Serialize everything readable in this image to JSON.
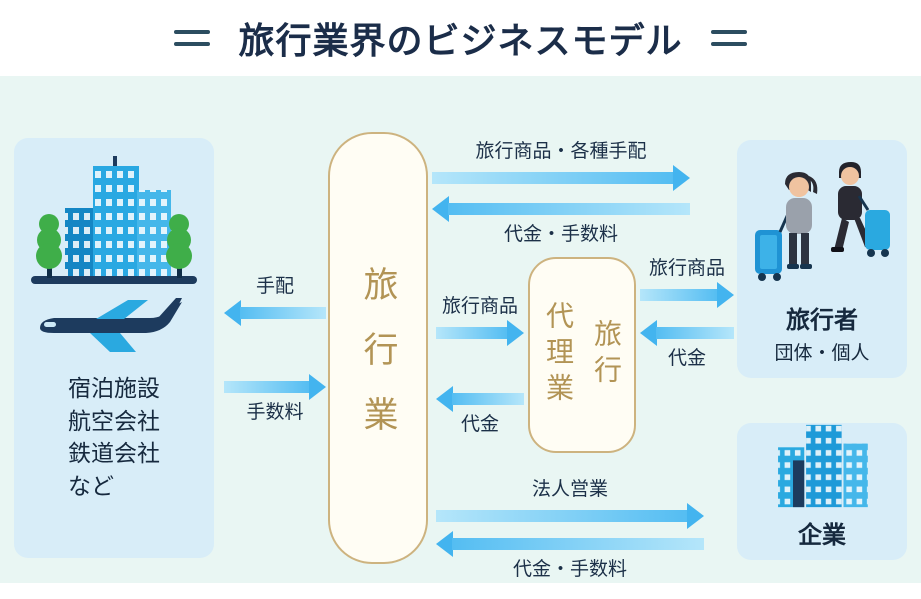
{
  "header": {
    "title": "旅行業界のビジネスモデル"
  },
  "nodes": {
    "suppliers": {
      "lines": [
        "宿泊施設",
        "航空会社",
        "鉄道会社",
        "など"
      ],
      "icons": [
        "buildings-icon",
        "airplane-icon"
      ]
    },
    "travel_industry": {
      "label": "旅行業"
    },
    "travel_agency": {
      "label": "旅行代理業",
      "column_right": "旅行",
      "column_left": "代理業"
    },
    "travelers": {
      "title": "旅行者",
      "subtitle": "団体・個人",
      "icon": "travelers-icon"
    },
    "company": {
      "label": "企業",
      "icon": "office-building-icon"
    }
  },
  "flows": {
    "f1": {
      "label": "旅行商品・各種手配",
      "from": "travel_industry",
      "to": "travelers",
      "direction": "right"
    },
    "f2": {
      "label": "代金・手数料",
      "from": "travelers",
      "to": "travel_industry",
      "direction": "left"
    },
    "f3": {
      "label": "手配",
      "from": "travel_industry",
      "to": "suppliers",
      "direction": "left"
    },
    "f4": {
      "label": "手数料",
      "from": "suppliers",
      "to": "travel_industry",
      "direction": "right"
    },
    "f5": {
      "label": "旅行商品",
      "from": "travel_industry",
      "to": "travel_agency",
      "direction": "right"
    },
    "f6": {
      "label": "代金",
      "from": "travel_agency",
      "to": "travel_industry",
      "direction": "left"
    },
    "f7": {
      "label": "旅行商品",
      "from": "travel_agency",
      "to": "travelers",
      "direction": "right"
    },
    "f8": {
      "label": "代金",
      "from": "travelers",
      "to": "travel_agency",
      "direction": "left"
    },
    "f9": {
      "label": "法人営業",
      "from": "travel_industry",
      "to": "company",
      "direction": "right"
    },
    "f10": {
      "label": "代金・手数料",
      "from": "company",
      "to": "travel_industry",
      "direction": "left"
    }
  },
  "colors": {
    "background_mint": "#e9f6f3",
    "panel_blue": "#d8edf8",
    "panel_cream": "#fffdf4",
    "panel_border_tan": "#cdb37f",
    "vertical_text_tan": "#b29455",
    "arrow_blue": "#43b4ef",
    "arrow_blue_light": "#b5e6fa",
    "text_navy": "#1c3048",
    "building_blue": "#29a8e2",
    "tree_green": "#3fae49"
  }
}
